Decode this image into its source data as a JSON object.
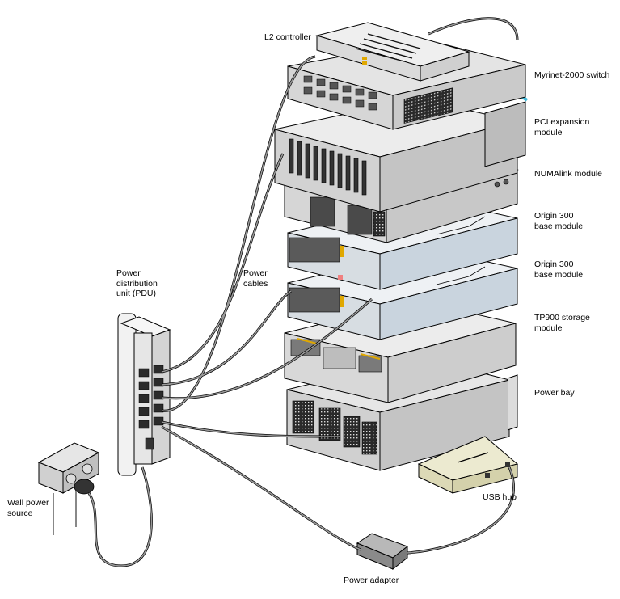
{
  "diagram": {
    "type": "hardware-cabling-illustration",
    "labels": {
      "l2_controller": "L2 controller",
      "myrinet_switch": "Myrinet-2000 switch",
      "pci_expansion": "PCI expansion\nmodule",
      "numalink": "NUMAlink module",
      "origin_base_1": "Origin 300\nbase module",
      "origin_base_2": "Origin 300\nbase module",
      "tp900": "TP900 storage\nmodule",
      "power_bay": "Power bay",
      "usb_hub": "USB hub",
      "power_adapter": "Power adapter",
      "pdu": "Power\ndistribution\nunit (PDU)",
      "power_cables": "Power\ncables",
      "wall_power": "Wall power\nsource"
    },
    "colors": {
      "outline": "#000000",
      "chassis_light": "#e8e8e8",
      "chassis_mid": "#c8c8c8",
      "chassis_dark": "#5a5a5a",
      "origin_face": "#c9d4de",
      "origin_top": "#eef1f4",
      "accent_blue": "#3fb8d8",
      "usb_hub": "#e6e3c4",
      "cable": "#9a9a9a",
      "amber": "#e0a800"
    },
    "stack_order_top_to_bottom": [
      "L2 controller",
      "Myrinet-2000 switch",
      "PCI expansion module",
      "NUMAlink module",
      "Origin 300 base module",
      "Origin 300 base module",
      "TP900 storage module",
      "Power bay"
    ]
  }
}
